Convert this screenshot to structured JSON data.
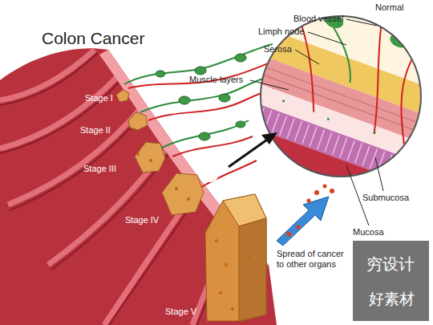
{
  "diagram": {
    "title": "Colon Cancer",
    "labels": [
      "Normal",
      "Blood vessel",
      "Limph node",
      "Serosa",
      "Muscle layers",
      "Submucosa",
      "Mucosa",
      "Stage I",
      "Stage II",
      "Stage III",
      "Stage IV",
      "Stage V",
      "Spread of cancer to other organs",
      "穷设计",
      "好素材"
    ]
  }
}
